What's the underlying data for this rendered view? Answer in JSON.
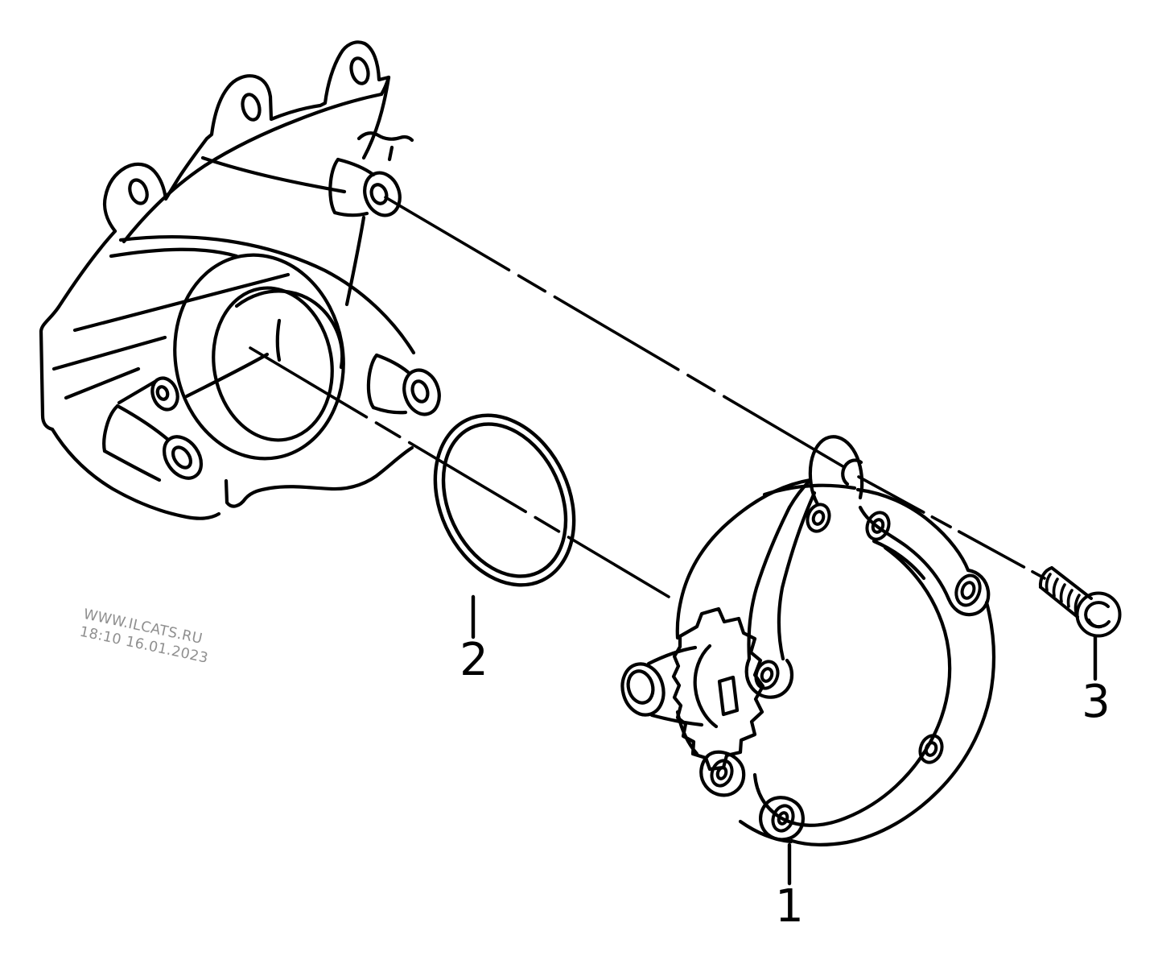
{
  "page": {
    "background": "#ffffff",
    "line_color": "#000000"
  },
  "watermark": {
    "line1": "WWW.ILCATS.RU",
    "line2": "18:10 16.01.2023",
    "color": "#8f8f8f"
  },
  "callouts": {
    "item1": {
      "label": "1"
    },
    "item2": {
      "label": "2"
    },
    "item3": {
      "label": "3"
    }
  }
}
